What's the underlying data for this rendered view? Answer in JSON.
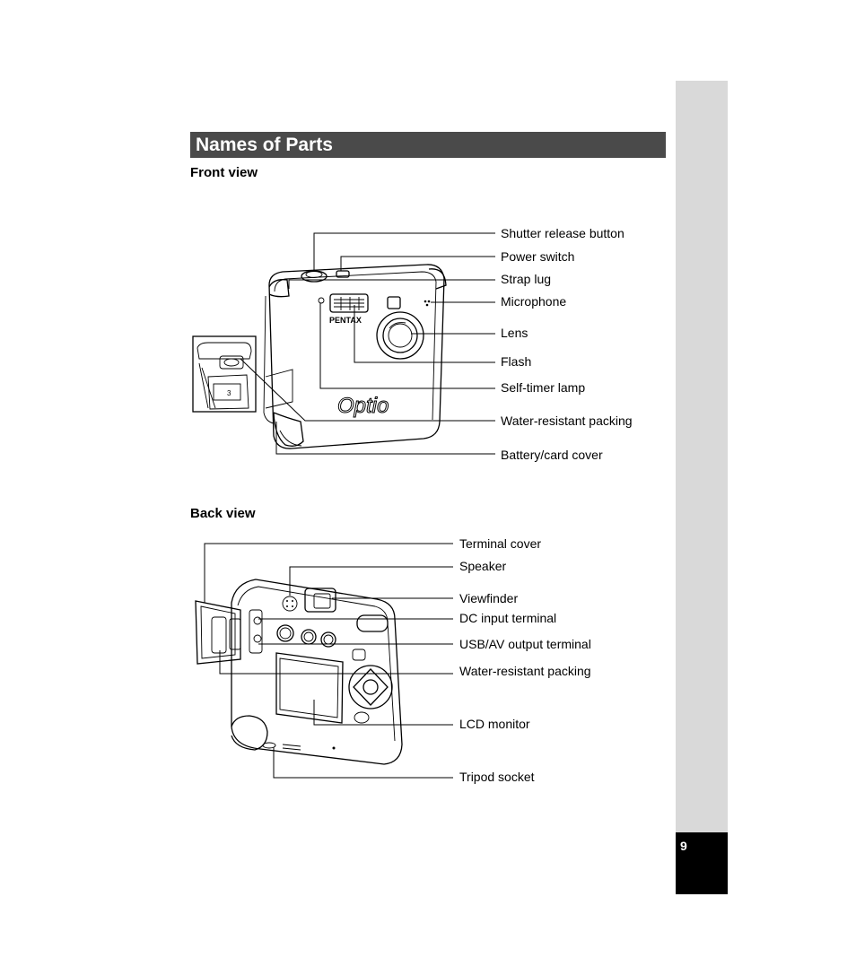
{
  "page": {
    "title": "Names of Parts",
    "number": "9"
  },
  "front_view": {
    "heading": "Front view",
    "brand_text": "PENTAX",
    "model_text": "Optio",
    "labels": [
      "Shutter release button",
      "Power switch",
      "Strap lug",
      "Microphone",
      "Lens",
      "Flash",
      "Self-timer lamp",
      "Water-resistant packing",
      "Battery/card cover"
    ]
  },
  "back_view": {
    "heading": "Back view",
    "labels": [
      "Terminal cover",
      "Speaker",
      "Viewfinder",
      "DC input terminal",
      "USB/AV output terminal",
      "Water-resistant packing",
      "LCD monitor",
      "Tripod socket"
    ]
  }
}
